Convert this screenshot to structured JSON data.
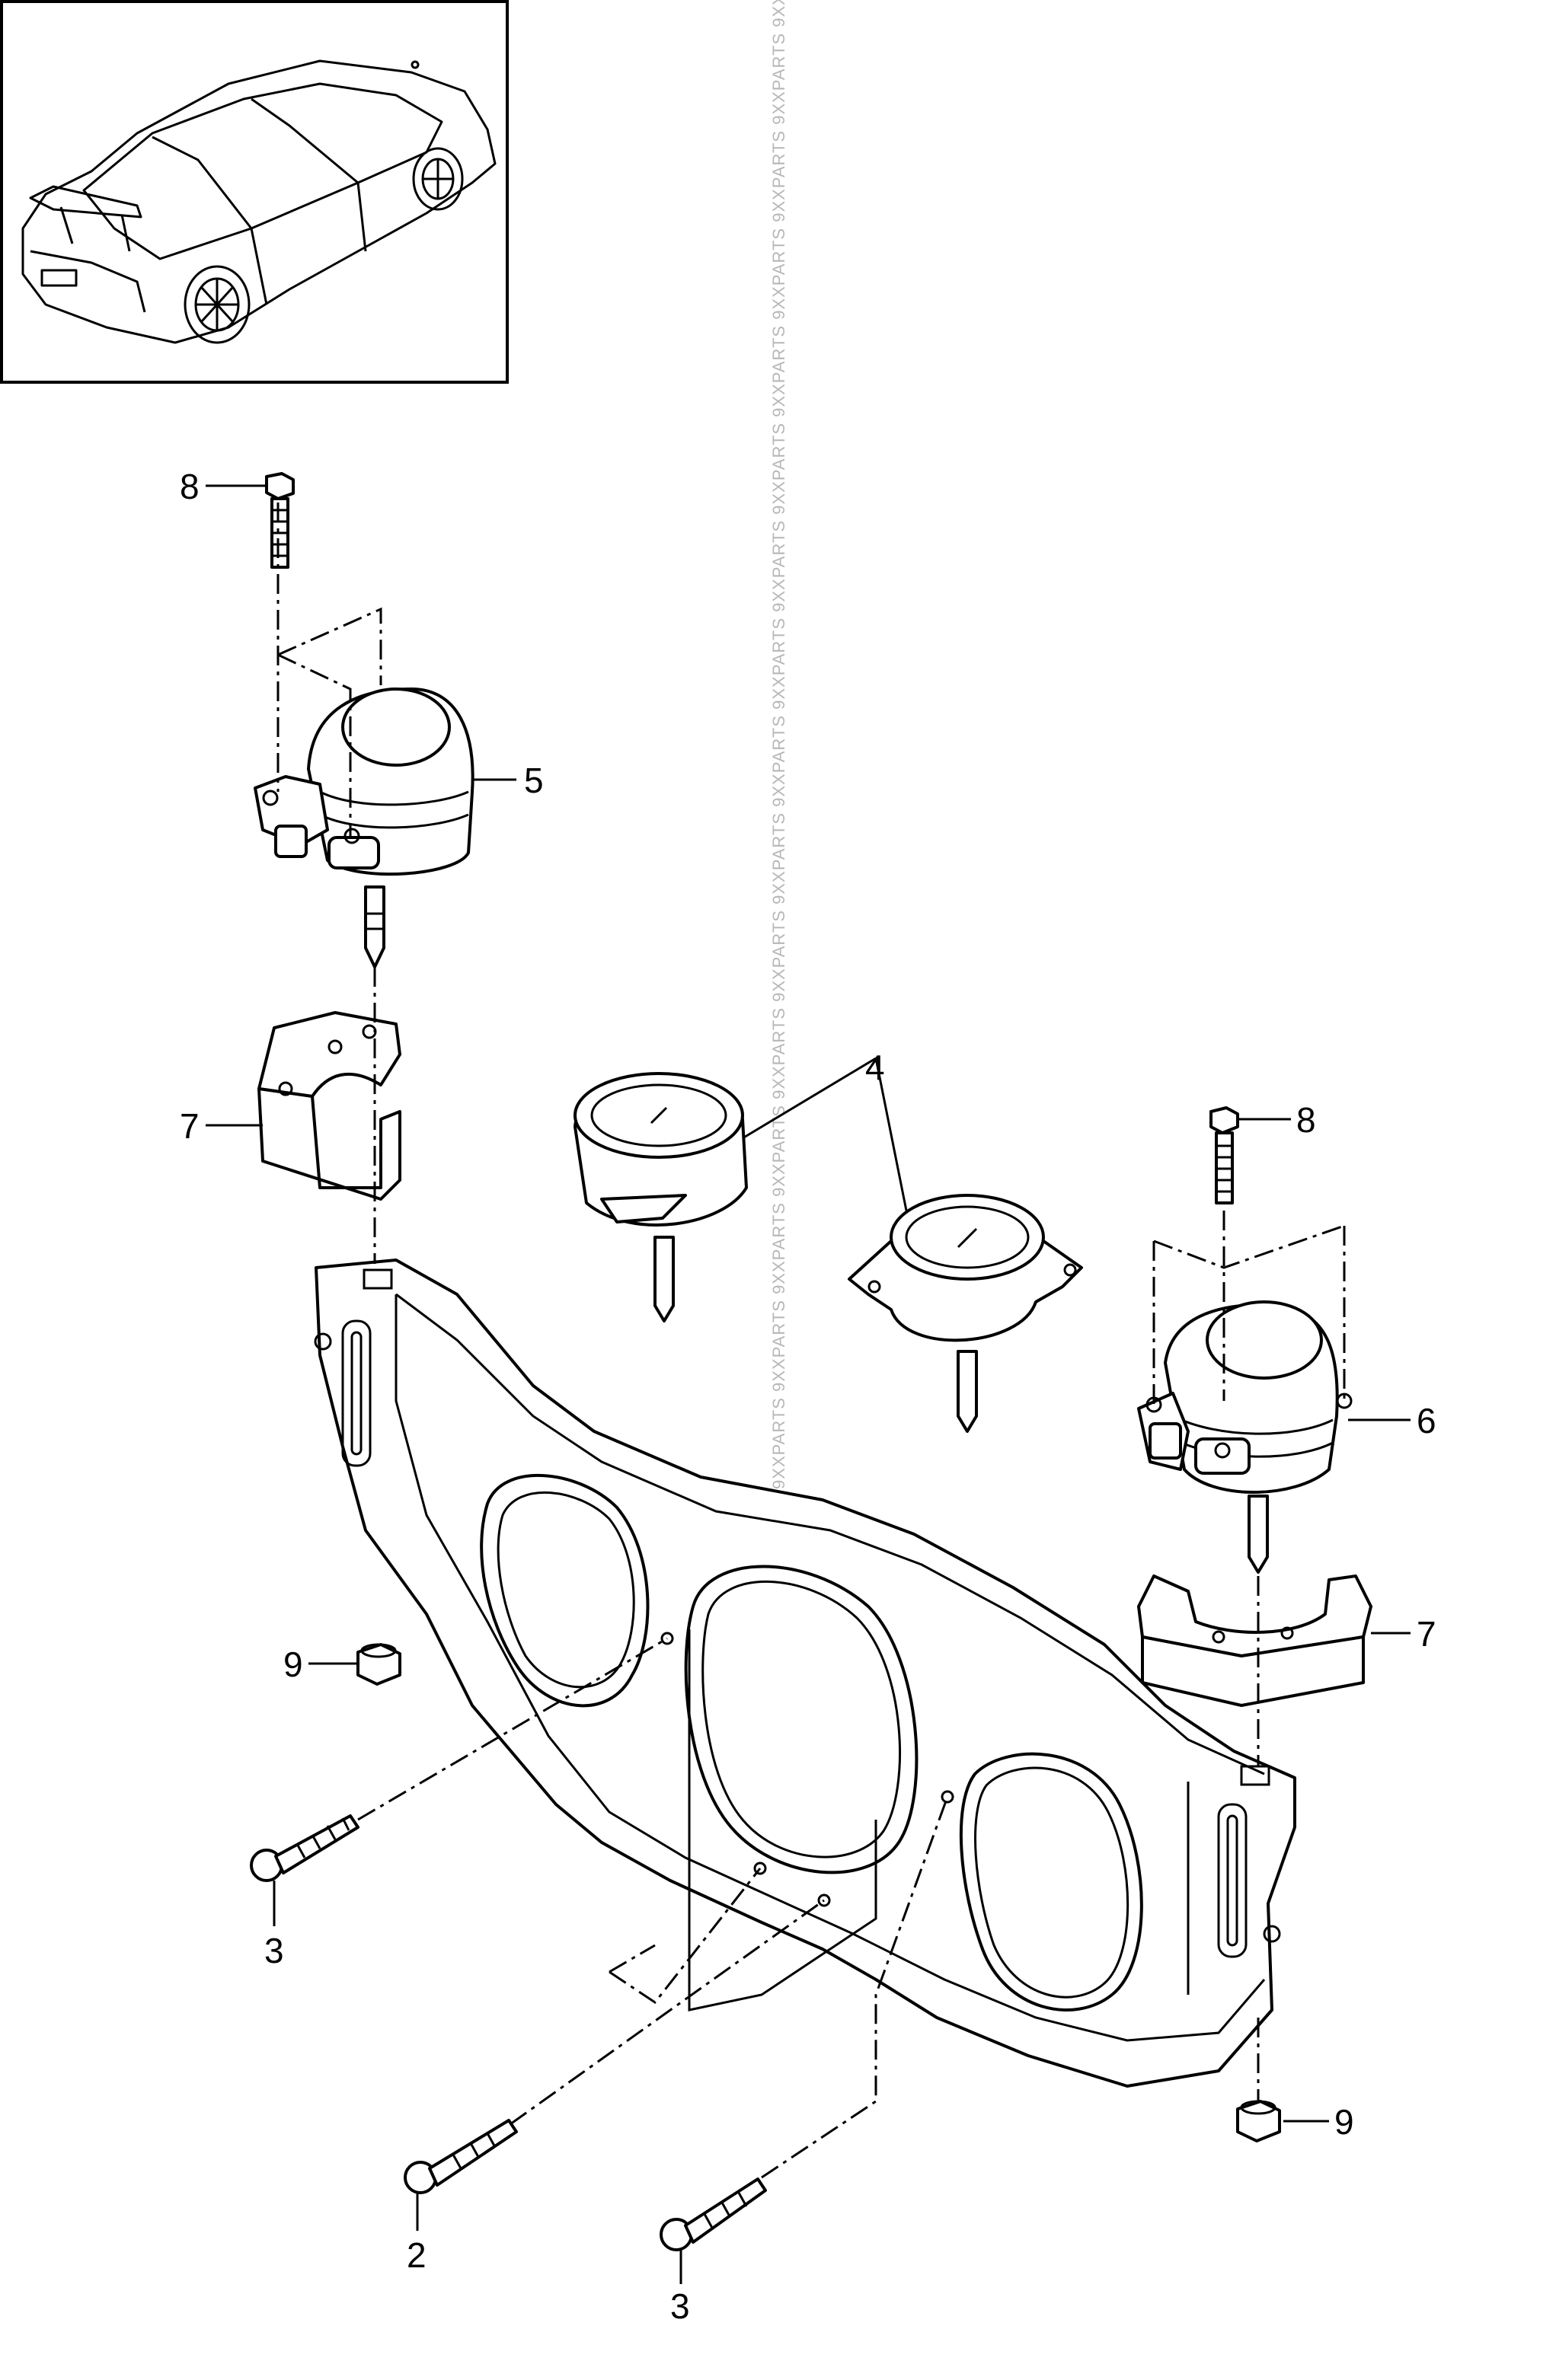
{
  "diagram": {
    "callouts": [
      "8",
      "5",
      "7",
      "4",
      "8",
      "6",
      "7",
      "9",
      "3",
      "2",
      "3",
      "9"
    ],
    "watermark": "9XXPARTS 9XXPARTS 9XXPARTS 9XXPARTS 9XXPARTS 9XXPARTS 9XXPARTS 9XXPARTS 9XXPARTS 9XXPARTS 9XXPARTS 9XXPARTS 9XXPARTS 9XXPARTS 9XXPARTS 9XXPARTS 9XXPARTS 9XXPARTS 9XXPARTS 9XXPARTS"
  },
  "parts": [
    {
      "ref": "2",
      "name": "bolt"
    },
    {
      "ref": "3",
      "name": "bolt"
    },
    {
      "ref": "4",
      "name": "engine mount"
    },
    {
      "ref": "5",
      "name": "dynamic engine mount left"
    },
    {
      "ref": "6",
      "name": "dynamic engine mount right"
    },
    {
      "ref": "7",
      "name": "mount bracket"
    },
    {
      "ref": "8",
      "name": "bolt"
    },
    {
      "ref": "9",
      "name": "nut"
    }
  ],
  "colors": {
    "line": "#000000",
    "background": "#ffffff",
    "watermark": "#b7b7b7"
  }
}
